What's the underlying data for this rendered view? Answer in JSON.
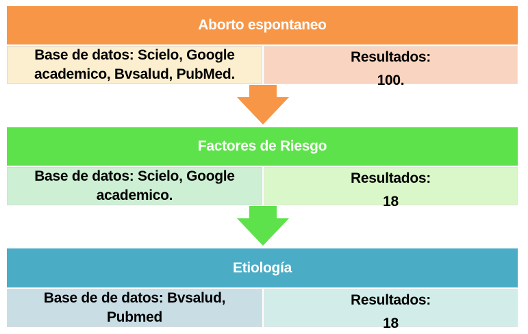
{
  "stages": [
    {
      "title": "Aborto espontaneo",
      "sources": "Base de datos: Scielo, Google academico, Bvsalud, PubMed.",
      "results_label": "Resultados:",
      "results_value": "100."
    },
    {
      "title": "Factores de Riesgo",
      "sources": "Base de datos: Scielo, Google academico.",
      "results_label": "Resultados:",
      "results_value": "18"
    },
    {
      "title": "Etiología",
      "sources": "Base de de datos: Bvsalud, Pubmed",
      "results_label": "Resultados:",
      "results_value": "18"
    }
  ],
  "colors": {
    "stage_1_header": "#F79646",
    "stage_1_left": "#FCEFCF",
    "stage_1_right": "#F9D5C1",
    "stage_2_header": "#5EE24B",
    "stage_2_left": "#CDEFD3",
    "stage_2_right": "#D9F7C8",
    "stage_3_header": "#4BACC6",
    "stage_3_left": "#C9DDE5",
    "stage_3_right": "#D2EDE9",
    "arrow_1": "#F79646",
    "arrow_2": "#5EE24B"
  }
}
